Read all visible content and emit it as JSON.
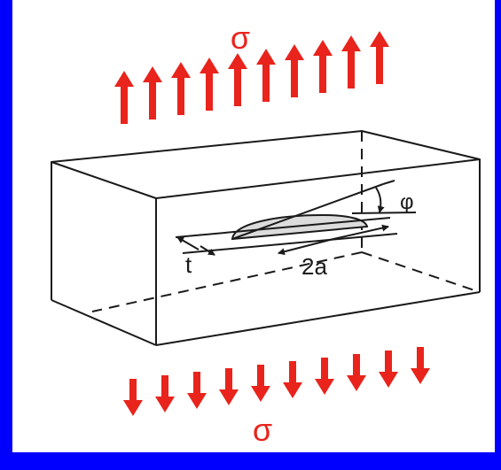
{
  "labels": {
    "sigma_top": "σ",
    "sigma_bottom": "σ",
    "phi": "φ",
    "t": "t",
    "two_a": "2a"
  },
  "colors": {
    "background": "#0000ff",
    "panel": "#ffffff",
    "arrow": "#e8241c",
    "line": "#1a1a1a",
    "crack_fill": "#dcdcdc"
  },
  "arrows": {
    "top_count": 10,
    "bottom_count": 10
  }
}
